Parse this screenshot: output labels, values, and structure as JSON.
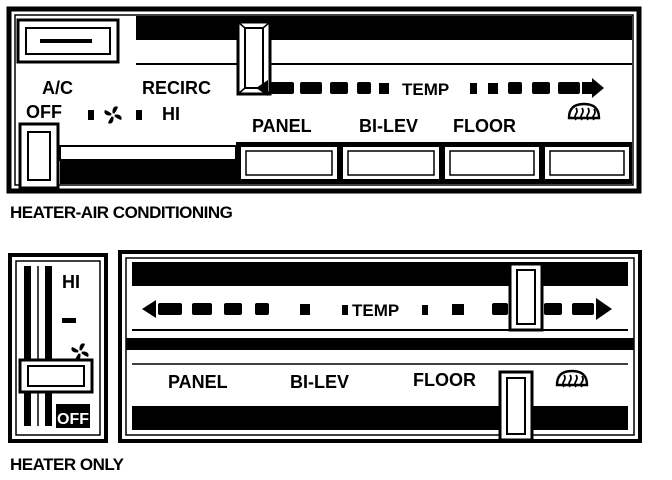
{
  "heater_ac": {
    "caption": "HEATER-AIR CONDITIONING",
    "ac_label": "A/C",
    "recirc_label": "RECIRC",
    "off_label": "OFF",
    "hi_label": "HI",
    "temp_label": "TEMP",
    "mode_labels": [
      "PANEL",
      "BI-LEV",
      "FLOOR"
    ],
    "fan_icon": "fan-icon",
    "defrost_icon": "defrost-icon"
  },
  "heater_only": {
    "caption": "HEATER ONLY",
    "hi_label": "HI",
    "off_label": "OFF",
    "temp_label": "TEMP",
    "mode_labels": [
      "PANEL",
      "BI-LEV",
      "FLOOR"
    ],
    "fan_icon": "fan-icon",
    "defrost_icon": "defrost-icon"
  }
}
